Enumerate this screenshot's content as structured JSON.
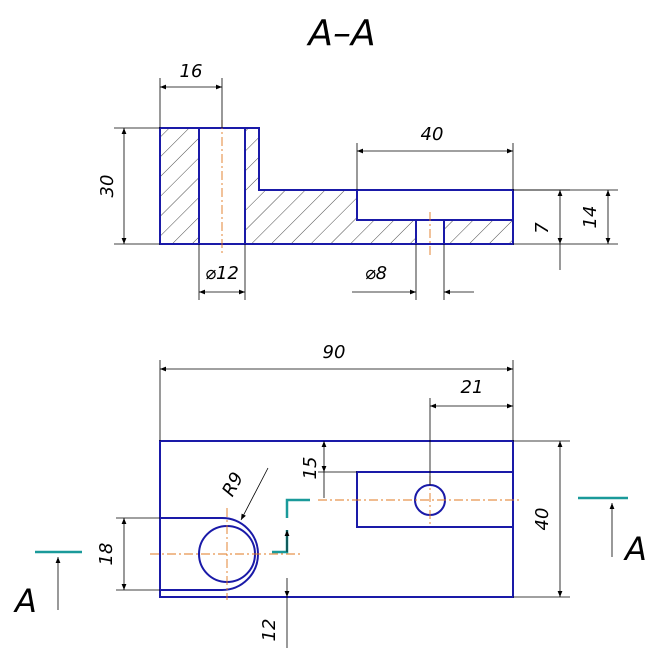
{
  "title": "A–A",
  "section_label": "A",
  "colors": {
    "outline": "#1a1aa8",
    "centerline": "#e07820",
    "cutting_plane": "#1a9a9a",
    "dimension": "#000000"
  },
  "dimensions": {
    "top_width": "16",
    "height": "30",
    "slot_length": "40",
    "slot_depth": "7",
    "step_height": "14",
    "bore_diameter": "⌀12",
    "hole_diameter": "⌀8",
    "overall_length": "90",
    "hole_offset": "21",
    "slot_offset": "15",
    "radius": "R9",
    "overall_width": "40",
    "boss_width": "18",
    "cut_offset": "12"
  }
}
